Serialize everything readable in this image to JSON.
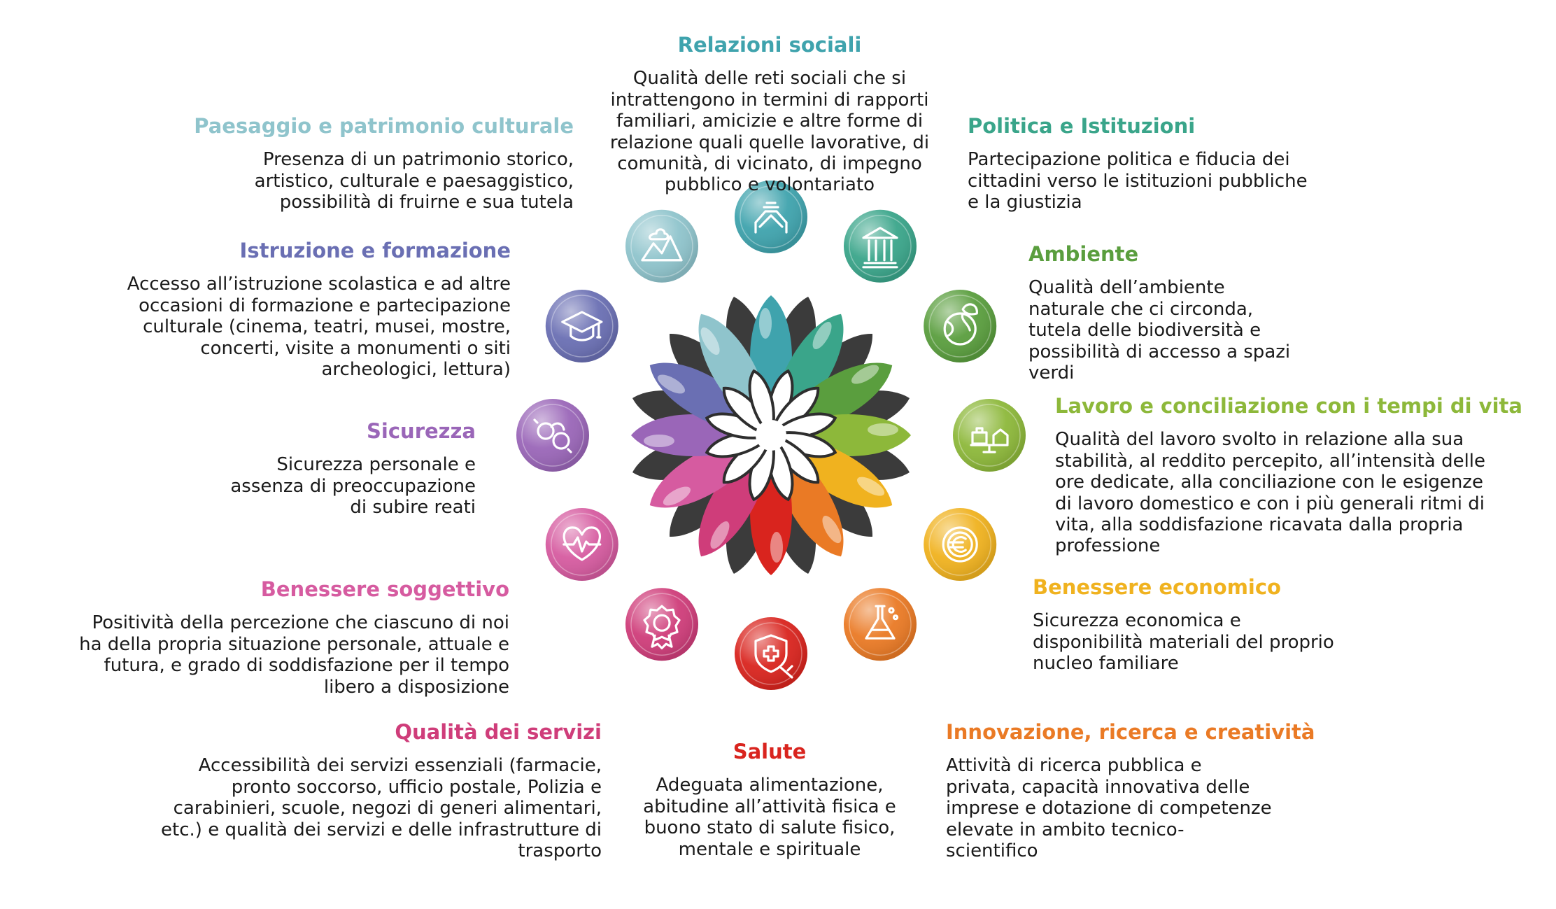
{
  "palette": {
    "relazioni": "#3fa3ad",
    "politica": "#3aa58a",
    "ambiente": "#5a9e3e",
    "lavoro": "#8db83a",
    "economico": "#f0b21f",
    "innovazione": "#ea7a25",
    "salute": "#d9241e",
    "servizi": "#cf3d7a",
    "soggettivo": "#d65ba0",
    "sicurezza": "#9a66b8",
    "istruzione": "#6a6fb3",
    "paesaggio": "#8fc4cc",
    "dark": "#3b3b3b"
  },
  "domains": [
    {
      "key": "relazioni",
      "title": "Relazioni sociali",
      "icon": "hands-icon",
      "description": [
        "Qualità delle reti sociali che si",
        "intrattengono in termini di rapporti",
        "familiari, amicizie e altre forme di",
        "relazione quali quelle lavorative, di",
        "comunità, di vicinato, di impegno",
        "pubblico e volontariato"
      ]
    },
    {
      "key": "politica",
      "title": "Politica e Istituzioni",
      "icon": "institution-building-icon",
      "description": [
        "Partecipazione politica e fiducia dei",
        "cittadini verso le istituzioni pubbliche",
        "e la giustizia"
      ]
    },
    {
      "key": "ambiente",
      "title": "Ambiente",
      "icon": "globe-leaf-icon",
      "description": [
        "Qualità dell’ambiente",
        "naturale che ci circonda,",
        "tutela delle biodiversità e",
        "possibilità di accesso a spazi",
        "verdi"
      ]
    },
    {
      "key": "lavoro",
      "title": "Lavoro e conciliazione con i tempi di vita",
      "icon": "work-life-balance-icon",
      "description": [
        "Qualità del lavoro svolto in relazione alla sua",
        "stabilità, al reddito percepito, all’intensità delle",
        "ore dedicate, alla conciliazione con le esigenze",
        "di lavoro domestico e con i più generali ritmi di",
        "vita, alla soddisfazione ricavata dalla propria",
        "professione"
      ]
    },
    {
      "key": "economico",
      "title": "Benessere economico",
      "icon": "euro-coin-icon",
      "description": [
        "Sicurezza economica e",
        "disponibilità materiali del proprio",
        "nucleo familiare"
      ]
    },
    {
      "key": "innovazione",
      "title": "Innovazione, ricerca e creatività",
      "icon": "flask-icon",
      "description": [
        "Attività di ricerca pubblica e",
        "privata, capacità innovativa delle",
        "imprese e dotazione di competenze",
        "elevate in ambito tecnico-",
        "scientifico"
      ]
    },
    {
      "key": "salute",
      "title": "Salute",
      "icon": "health-shield-syringe-icon",
      "description": [
        "Adeguata alimentazione,",
        "abitudine all’attività fisica e",
        "buono stato di salute fisico,",
        "mentale e spirituale"
      ]
    },
    {
      "key": "servizi",
      "title": "Qualità dei servizi",
      "icon": "quality-badge-icon",
      "description": [
        "Accessibilità dei servizi essenziali (farmacie,",
        "pronto soccorso, ufficio postale, Polizia e",
        "carabinieri, scuole, negozi di generi alimentari,",
        "etc.) e qualità dei servizi e delle infrastrutture di",
        "trasporto"
      ]
    },
    {
      "key": "soggettivo",
      "title": "Benessere soggettivo",
      "icon": "heart-pulse-icon",
      "description": [
        "Positività della percezione che ciascuno di noi",
        "ha della propria situazione personale, attuale e",
        "futura, e grado di soddisfazione per il tempo",
        "libero a disposizione"
      ]
    },
    {
      "key": "sicurezza",
      "title": "Sicurezza",
      "icon": "handcuffs-icon",
      "description": [
        "Sicurezza personale e",
        "assenza di preoccupazione",
        "di subire reati"
      ]
    },
    {
      "key": "istruzione",
      "title": "Istruzione e formazione",
      "icon": "graduation-cap-icon",
      "description": [
        "Accesso all’istruzione scolastica e ad altre",
        "occasioni di formazione e partecipazione",
        "culturale (cinema, teatri, musei, mostre,",
        "concerti, visite a monumenti o siti",
        "archeologici, lettura)"
      ]
    },
    {
      "key": "paesaggio",
      "title": "Paesaggio e patrimonio culturale",
      "icon": "landscape-icon",
      "description": [
        "Presenza di un patrimonio storico,",
        "artistico, culturale e paesaggistico,",
        "possibilità di fruirne e sua tutela"
      ]
    }
  ]
}
